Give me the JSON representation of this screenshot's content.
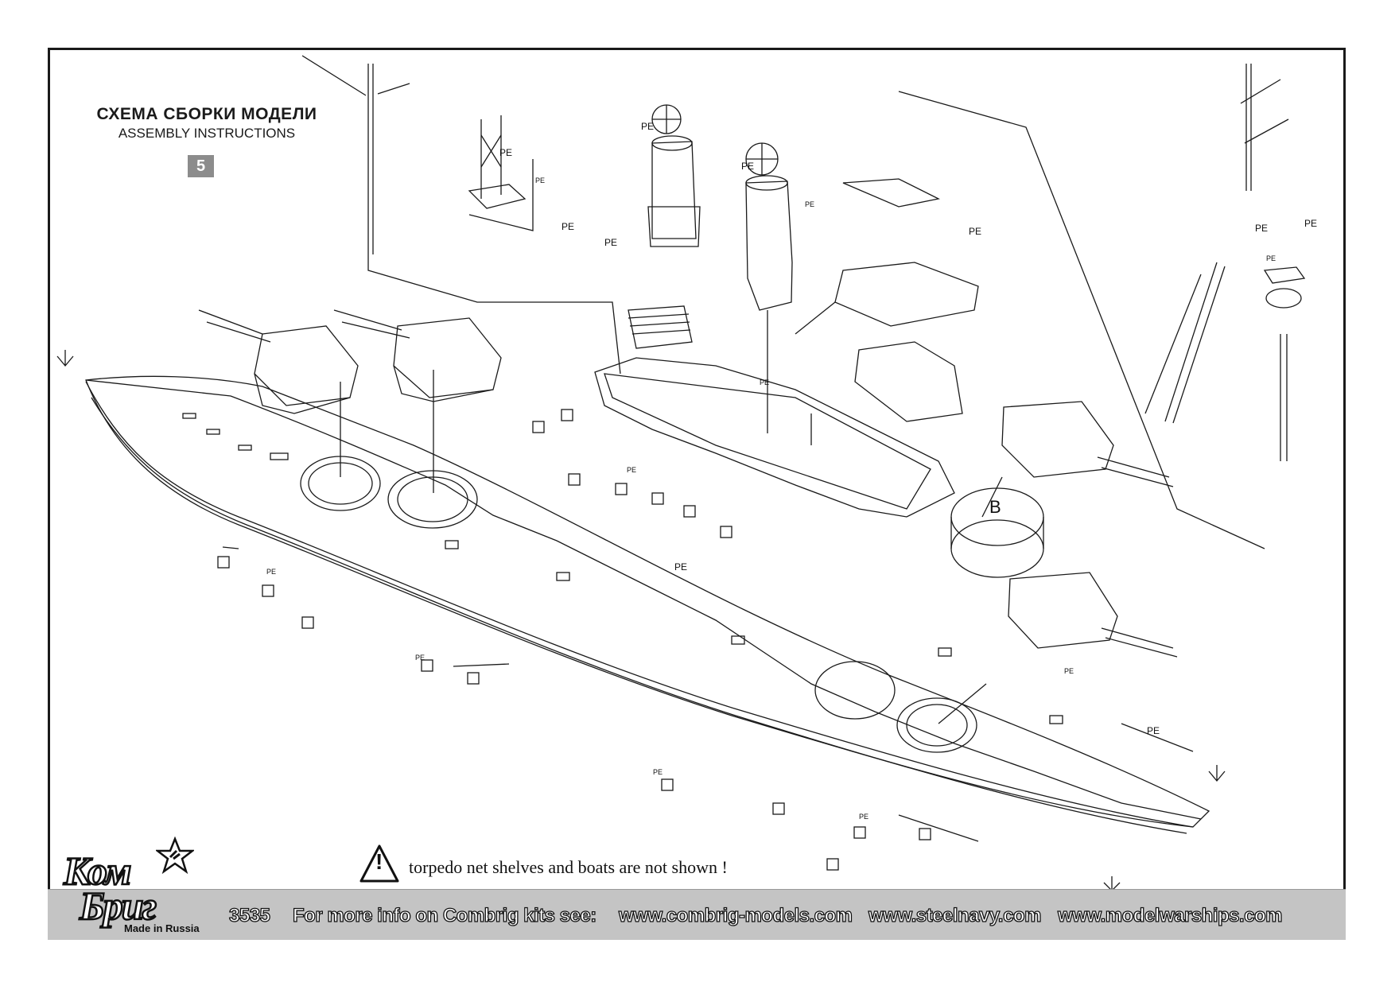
{
  "header": {
    "title_ru": "СХЕМА СБОРКИ МОДЕЛИ",
    "title_en": "ASSEMBLY INSTRUCTIONS",
    "step_number": "5"
  },
  "diagram": {
    "part_labels": [
      "PE",
      "PE",
      "PE",
      "PE",
      "PE",
      "PE",
      "PE",
      "PE",
      "PE",
      "PE",
      "PE",
      "PE",
      "PE",
      "PE",
      "PE",
      "PE",
      "PE",
      "PE",
      "PE",
      "PE"
    ],
    "turret_label": "B"
  },
  "warning": {
    "text": "torpedo net shelves and boats are not shown !",
    "symbol": "!"
  },
  "footer": {
    "kit_number": "3535",
    "info_text": "For more info on Combrig kits see:",
    "urls": [
      "www.combrig-models.com",
      "www.steelnavy.com",
      "www.modelwarships.com"
    ]
  },
  "logo": {
    "line1": "Ком",
    "line2": "Бриг",
    "made_in": "Made in Russia"
  },
  "colors": {
    "footer_bar": "#c4c4c4",
    "step_badge": "#8c8c8c",
    "line": "#1a1a1a"
  }
}
